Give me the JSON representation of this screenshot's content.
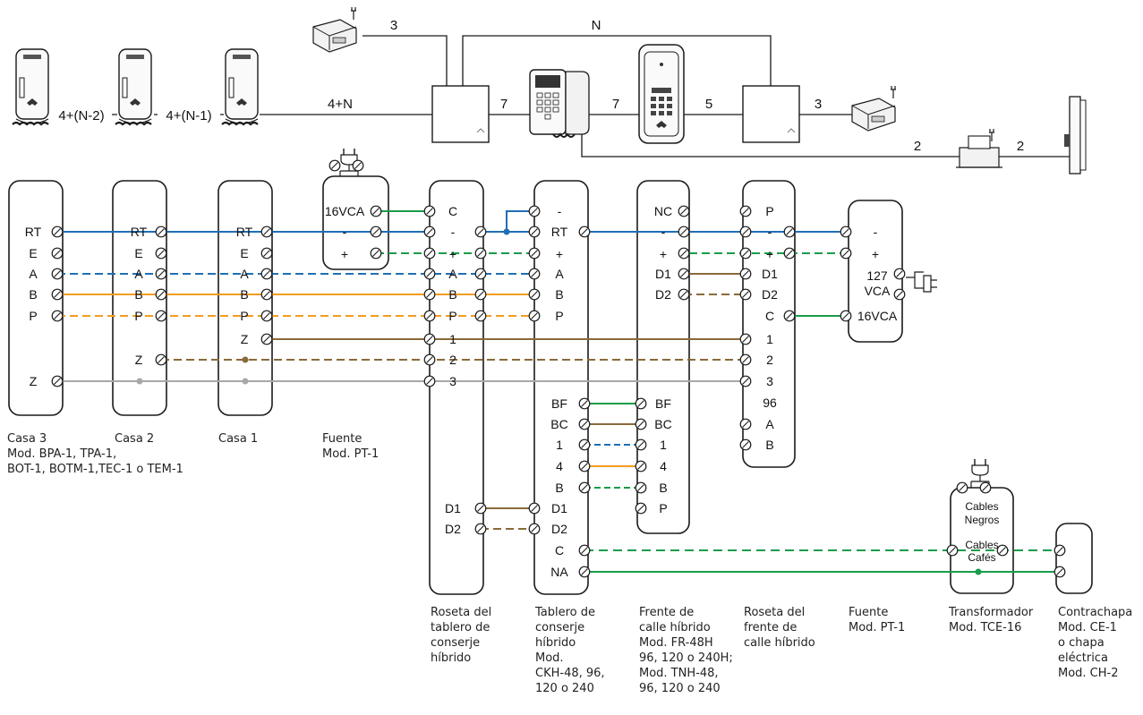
{
  "top_labels": {
    "w4n2": "4+(N-2)",
    "w4n1": "4+(N-1)",
    "w4n": "4+N",
    "w3a": "3",
    "wN": "N",
    "w7a": "7",
    "w7b": "7",
    "w5": "5",
    "w3b": "3",
    "w2a": "2",
    "w2b": "2"
  },
  "casa3": {
    "rt": "RT",
    "e": "E",
    "a": "A",
    "b": "B",
    "p": "P",
    "z": "Z"
  },
  "casa2": {
    "rt": "RT",
    "e": "E",
    "a": "A",
    "b": "B",
    "p": "P",
    "z": "Z"
  },
  "casa1": {
    "rt": "RT",
    "e": "E",
    "a": "A",
    "b": "B",
    "p": "P",
    "z": "Z"
  },
  "fuente1": {
    "v16": "16VCA",
    "minus": "-",
    "plus": "+"
  },
  "roseta_conserje": {
    "c": "C",
    "minus": "-",
    "plus": "+",
    "a": "A",
    "b": "B",
    "p": "P",
    "n1": "1",
    "n2": "2",
    "n3": "3",
    "d1": "D1",
    "d2": "D2"
  },
  "tablero": {
    "minus": "-",
    "rt": "RT",
    "plus": "+",
    "a": "A",
    "b": "B",
    "p": "P",
    "bf": "BF",
    "bc": "BC",
    "n1": "1",
    "n4": "4",
    "b2": "B",
    "d1": "D1",
    "d2": "D2",
    "c": "C",
    "na": "NA"
  },
  "frente": {
    "nc": "NC",
    "minus": "-",
    "plus": "+",
    "d1": "D1",
    "d2": "D2",
    "bf": "BF",
    "bc": "BC",
    "n1": "1",
    "n4": "4",
    "b": "B",
    "p": "P"
  },
  "roseta_frente": {
    "p": "P",
    "minus": "-",
    "plus": "+",
    "d1": "D1",
    "d2": "D2",
    "c": "C",
    "n1": "1",
    "n2": "2",
    "n3": "3",
    "n96": "96",
    "a": "A",
    "b": "B"
  },
  "fuente2": {
    "minus": "-",
    "plus": "+",
    "v127a": "127",
    "v127b": "VCA",
    "v16": "16VCA"
  },
  "transformador": {
    "cn1": "Cables",
    "cn2": "Negros",
    "cc1": "Cables",
    "cc2": "Cafés"
  },
  "captions": {
    "casa3": "Casa 3\nMod.  BPA-1, TPA-1,\nBOT-1, BOTM-1,TEC-1 o TEM-1",
    "casa2": "Casa 2",
    "casa1": "Casa 1",
    "fuente1": "Fuente\nMod. PT-1",
    "roseta_conserje": "Roseta del\ntablero de\nconserje\nhíbrido",
    "tablero": "Tablero de\nconserje\nhíbrido\nMod.\nCKH-48, 96,\n120 o 240",
    "frente": "Frente de\ncalle híbrido\nMod. FR-48H\n96, 120 o 240H;\nMod. TNH-48,\n96, 120 o 240",
    "roseta_frente": "Roseta del\nfrente de\ncalle híbrido",
    "fuente2": "Fuente\nMod. PT-1",
    "transformador": "Transformador\nMod. TCE-16",
    "contrachapa": "Contrachapa\nMod. CE-1\no chapa\neléctrica\nMod. CH-2"
  },
  "colors": {
    "rt_blue": "#1f6fb5",
    "green": "#1a9c4a",
    "orange": "#f39c1f",
    "brown": "#8a6a3a",
    "gray": "#a8a8a8",
    "outline": "#1a1a1a"
  }
}
